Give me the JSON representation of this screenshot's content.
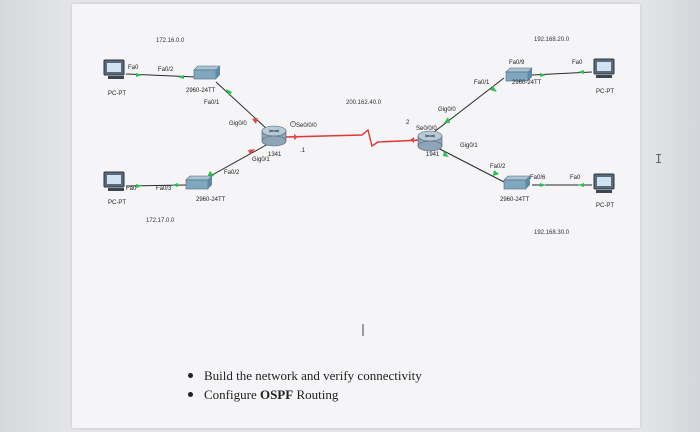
{
  "networks": {
    "top_left": "172.16.0.0",
    "bottom_left": "172.17.0.0",
    "wan": "200.162.40.0",
    "top_right": "192.168.20.0",
    "bottom_right": "192.168.30.0",
    "wan_left_host": ".1",
    "wan_right_host": "2"
  },
  "devices": {
    "pc_tl": "PC-PT",
    "pc_bl": "PC-PT",
    "pc_tr": "PC-PT",
    "pc_br": "PC-PT",
    "sw_tl": "2960-24TT",
    "sw_bl": "2960-24TT",
    "sw_tr": "2960-24TT",
    "sw_br": "2960-24TT",
    "r_left": "1341",
    "r_right": "1941"
  },
  "ports": {
    "pc_tl_fa0": "Fa0",
    "sw_tl_fa02": "Fa0/2",
    "sw_tl_fa01": "Fa0/1",
    "rl_gig00": "Gig0/0",
    "rl_se000": "Se0/0/0",
    "rl_gig01": "Gig0/1",
    "sw_bl_fa02": "Fa0/2",
    "sw_bl_fa03": "Fa0/3",
    "pc_bl_fa0": "Fa0",
    "rr_se000": "Se0/0/0",
    "rr_gig00": "Gig0/0",
    "rr_gig01": "Gig0/1",
    "sw_tr_fa01": "Fa0/1",
    "sw_tr_fa09": "Fa0/9",
    "pc_tr_fa0": "Fa0",
    "sw_br_fa02": "Fa0/2",
    "sw_br_fa06": "Fa0/6",
    "pc_br_fa0": "Fa0"
  },
  "tasks": {
    "item1": "Build the network and verify connectivity",
    "item2_prefix": "Configure ",
    "item2_bold": "OSPF",
    "item2_suffix": " Routing"
  },
  "colors": {
    "link_up": "#27c24a",
    "link_down": "#e24848",
    "serial": "#e03636",
    "switch": "#7fa8bf",
    "router": "#9fb3c3"
  }
}
